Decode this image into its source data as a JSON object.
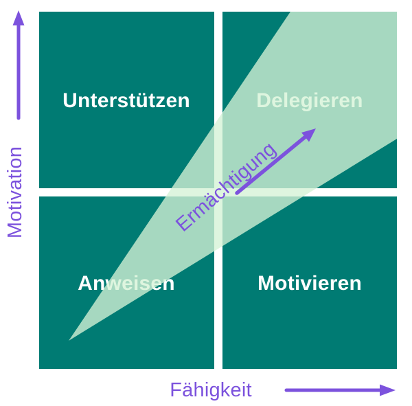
{
  "diagram": {
    "title_present": "",
    "quadrants": [
      {
        "id": "top-left",
        "label": "Unterstützen"
      },
      {
        "id": "top-right",
        "label": "Delegieren"
      },
      {
        "id": "bottom-left",
        "label": "Anweisen"
      },
      {
        "id": "bottom-right",
        "label": "Motivieren"
      }
    ],
    "axes": {
      "y_label": "Motivation",
      "x_label": "Fähigkeit"
    },
    "arrow_label": "Ermächtigung",
    "colors": {
      "background": "#ffffff",
      "quadrant": "#007b73",
      "quadrant_label": "#ffffff",
      "wedge": "#d5f2d6",
      "wedge_opacity": "0.78",
      "accent_purple": "#7c52dd"
    }
  }
}
